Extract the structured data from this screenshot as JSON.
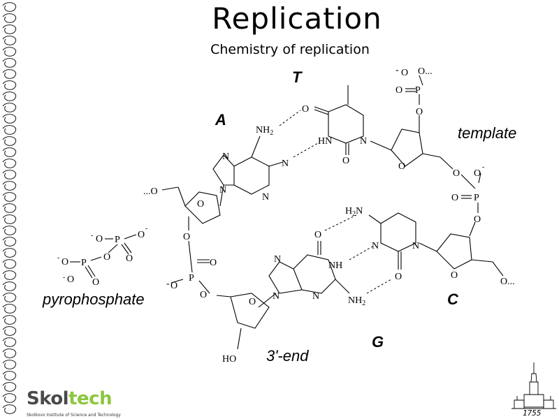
{
  "slide": {
    "title": "Replication",
    "subtitle": "Chemistry of replication"
  },
  "labels": {
    "T": "T",
    "A": "A",
    "template": "template",
    "pyrophosphate": "pyrophosphate",
    "C": "C",
    "G": "G",
    "three_prime_end": "3'-end"
  },
  "atoms": {
    "o": "O",
    "n": "N",
    "nh": "NH",
    "hn": "HN",
    "nh2": "NH",
    "h2n": "H",
    "sub2": "2",
    "p": "P",
    "ho": "HO",
    "o_dots": "O...",
    "dots_o": "...O",
    "neg": "-"
  },
  "logo": {
    "word_a": "Skol",
    "word_b": "tech",
    "sub": "Skolkovo Institute of Science and Technology"
  },
  "corner": {
    "year": "1755"
  },
  "colors": {
    "text": "#000000",
    "logo_green": "#8dc63f",
    "logo_gray": "#4a4a4a"
  }
}
